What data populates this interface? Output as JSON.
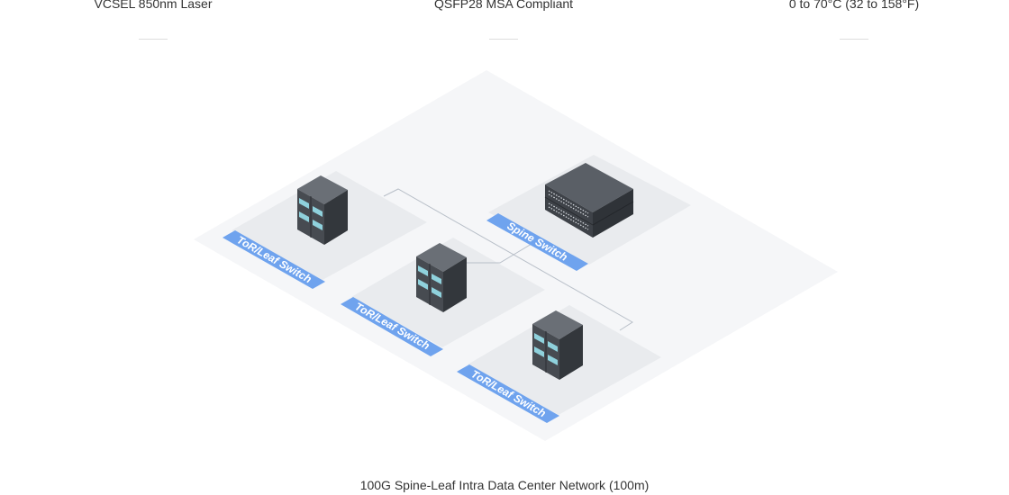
{
  "features": [
    {
      "label": "VCSEL 850nm Laser"
    },
    {
      "label": "QSFP28 MSA Compliant"
    },
    {
      "label": "0 to 70°C (32 to 158°F)"
    }
  ],
  "diagram": {
    "spine_label": "Spine Switch",
    "leaf_labels": [
      "ToR/Leaf Switch",
      "ToR/Leaf Switch",
      "ToR/Leaf Switch"
    ],
    "colors": {
      "platform": "#f5f6f8",
      "tile": "#e9ebee",
      "label_bg": "#6fa3ee",
      "equipment": "#4b4f55",
      "rack_light": "#8fd1dc",
      "link": "#b8bfc8"
    }
  },
  "caption": "100G Spine-Leaf Intra Data Center Network (100m)"
}
